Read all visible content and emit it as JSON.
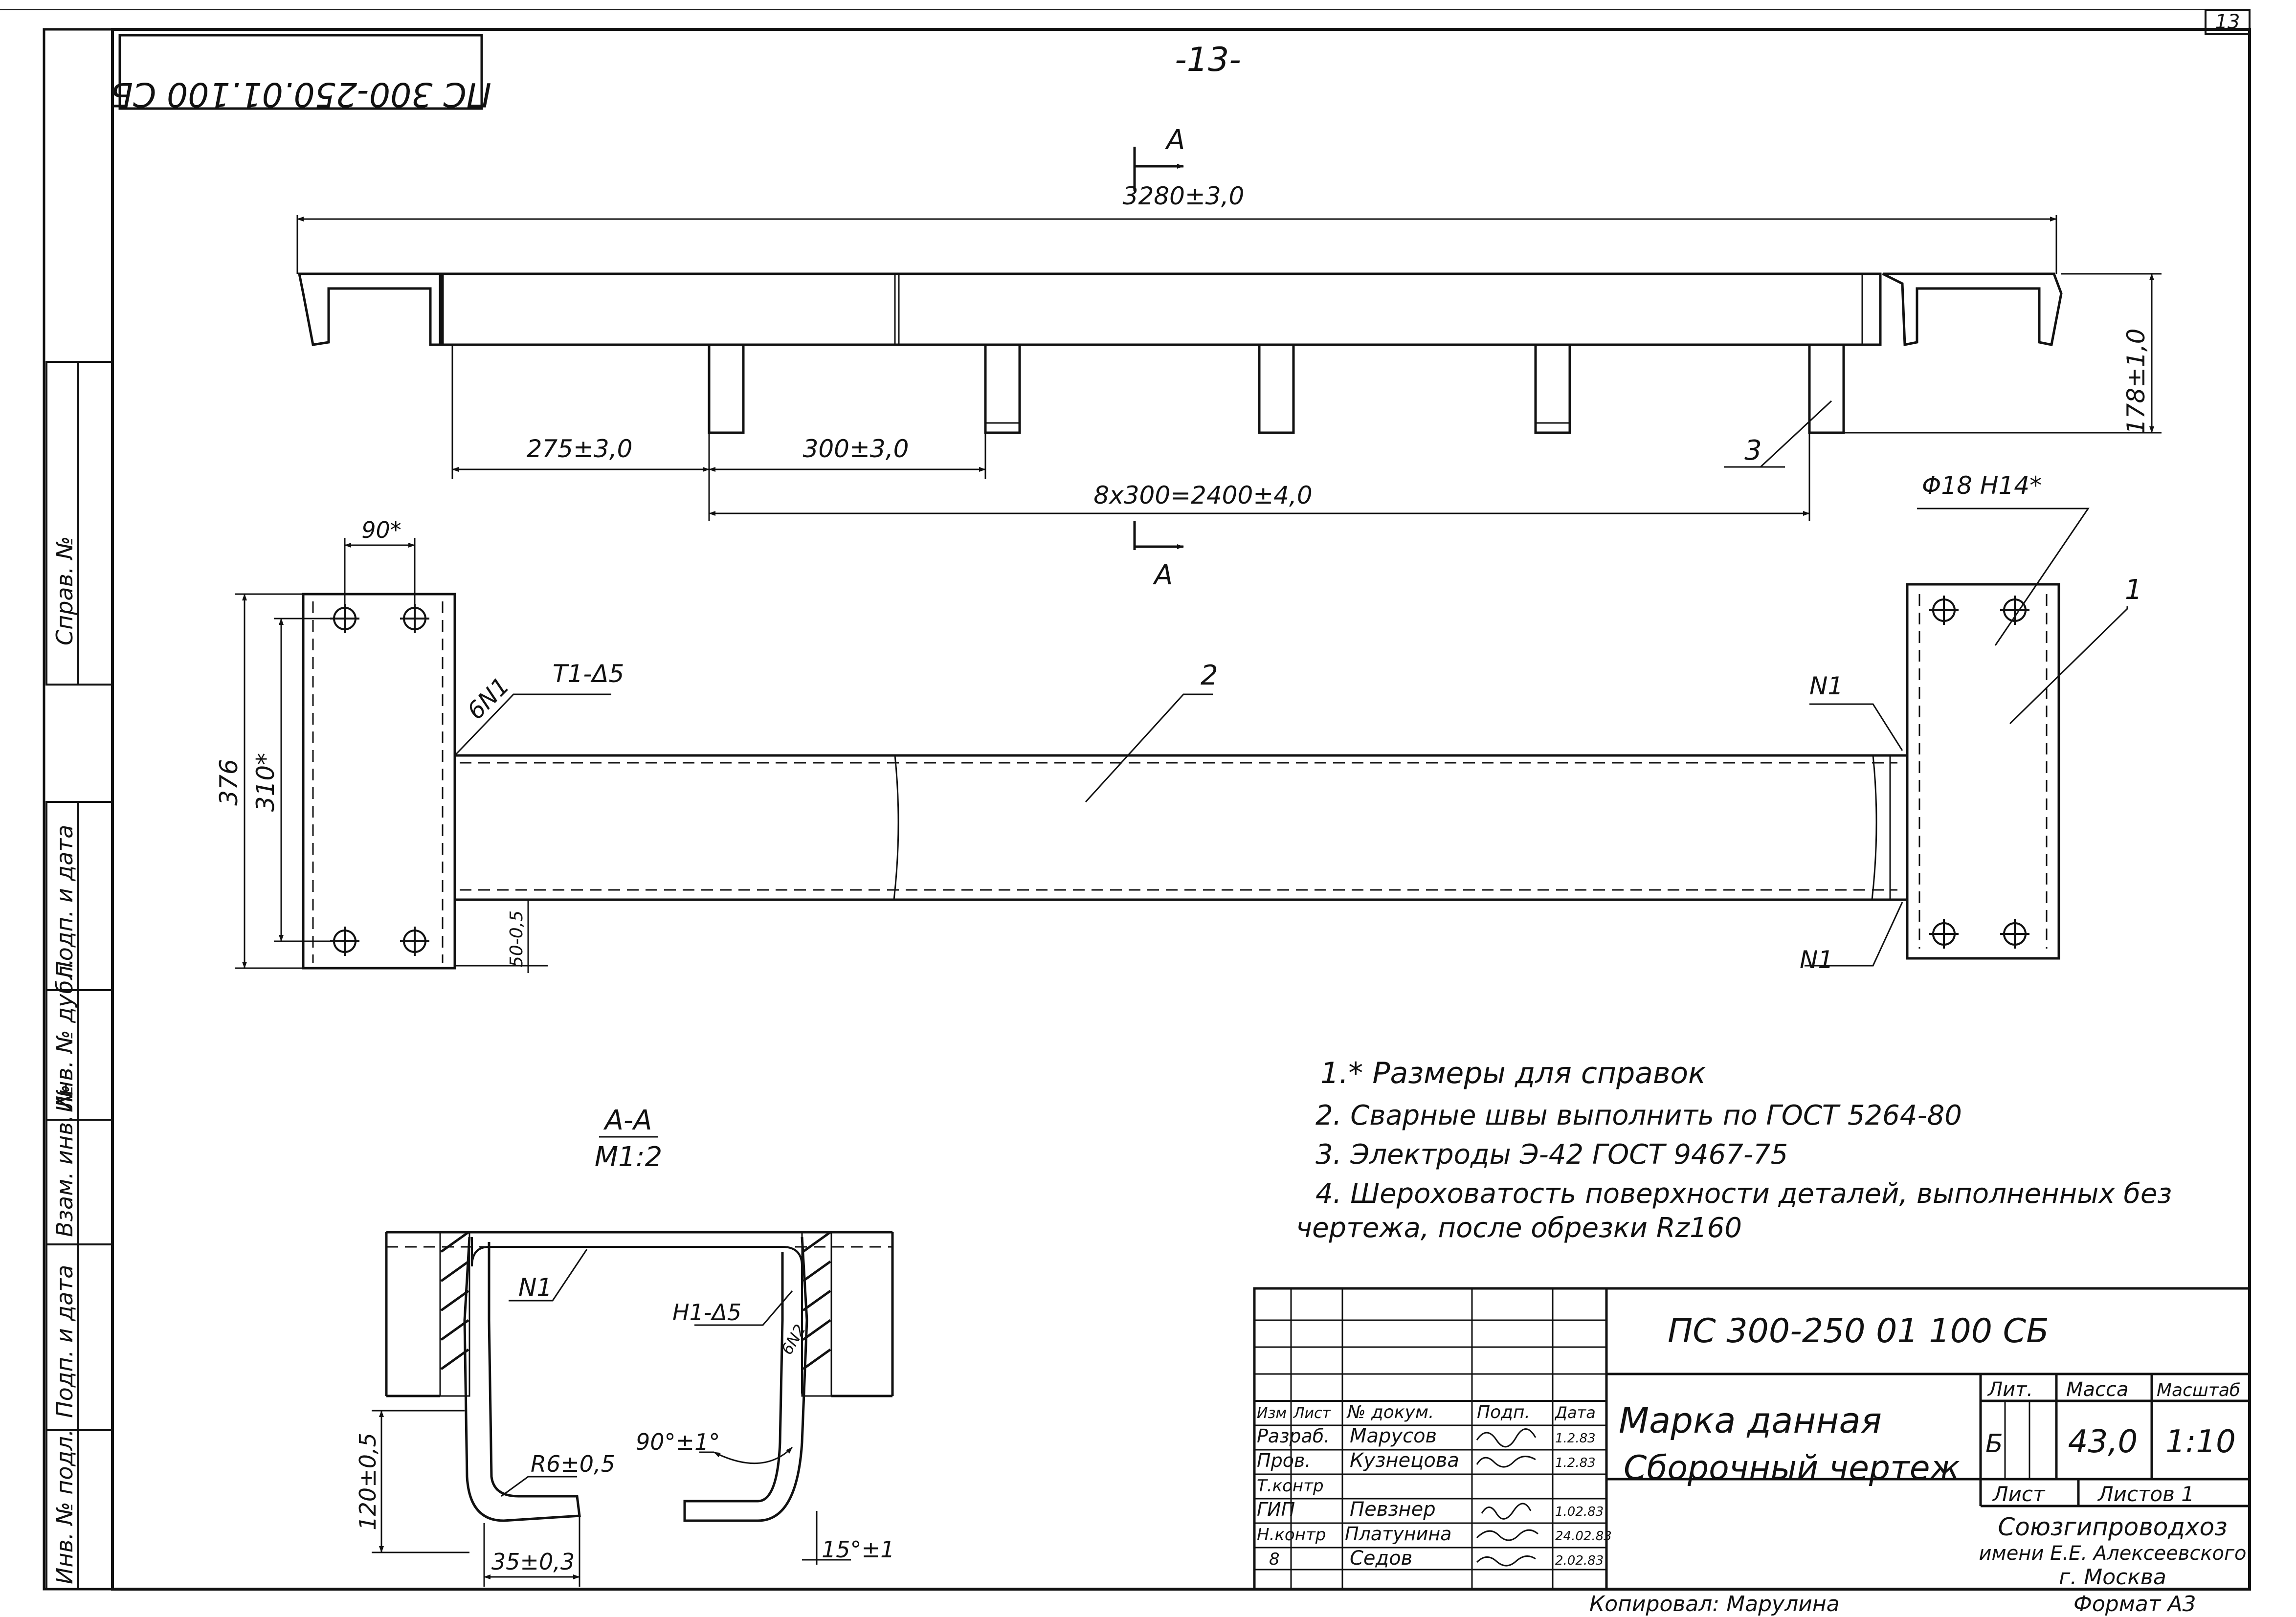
{
  "sheet": {
    "page_number": "13",
    "page_marker": "-13-",
    "mirrored_code": "ПС 300-250.01.100 СБ"
  },
  "dimensions": {
    "overall_length": "3280±3,0",
    "height": "178±1,0",
    "first_offset": "275±3,0",
    "pitch": "300±3,0",
    "total_pitch": "8x300=2400±4,0",
    "hole_diameter": "Φ18 H14*",
    "plate_height": "376",
    "hole_spacing_v": "310*",
    "hole_spacing_h": "90*",
    "edge_offset": "50-0,5"
  },
  "section_markers": {
    "letter": "A"
  },
  "callouts": {
    "item_1": "1",
    "item_2": "2",
    "item_3": "3",
    "weld_left": "6N1",
    "weld_symbol": "T1-Δ5",
    "weld_n1": "N1"
  },
  "section_view": {
    "title": "А-А",
    "scale": "М1:2",
    "weld_n1": "N1",
    "weld_h1": "H1-Δ5",
    "weld_small": "6N2",
    "radius": "R6±0,5",
    "width": "35±0,3",
    "height": "120±0,5",
    "angle": "90°±1°",
    "bevel": "15°±1"
  },
  "notes": [
    "1.* Размеры для справок",
    "2. Сварные швы выполнить по ГОСТ 5264-80",
    "3. Электроды Э-42 ГОСТ 9467-75",
    "4. Шероховатость поверхности деталей, выполненных без",
    "чертежа, после обрезки Rz160"
  ],
  "left_strip": {
    "sprav": "Справ. №",
    "podp_data_1": "Подп. и дата",
    "inv_dubl": "Инв. № дубл.",
    "vzam_inv": "Взам. инв. №",
    "podp_data_2": "Подп. и дата",
    "inv_podl": "Инв. № подл."
  },
  "title_block": {
    "doc_code": "ПС 300-250 01 100 СБ",
    "name_line1": "Марка данная",
    "name_line2": "Сборочный чертеж",
    "h_izm": "Изм",
    "h_list": "Лист",
    "h_dokum": "№ докум.",
    "h_podp": "Подп.",
    "h_data": "Дата",
    "roles": [
      {
        "role": "Разраб.",
        "name": "Марусов",
        "date": "1.2.83"
      },
      {
        "role": "Пров.",
        "name": "Кузнецова",
        "date": "1.2.83"
      },
      {
        "role": "Т.контр",
        "name": "",
        "date": ""
      },
      {
        "role": "ГИП",
        "name": "Певзнер",
        "date": "1.02.83"
      },
      {
        "role": "Н.контр",
        "name": "Платунина",
        "date": "24.02.83"
      },
      {
        "role": "8",
        "name": "Седов",
        "date": "2.02.83"
      }
    ],
    "lit_label": "Лит.",
    "lit_value": "Б",
    "mass_label": "Масса",
    "mass_value": "43,0",
    "scale_label": "Масштаб",
    "scale_value": "1:10",
    "sheet_label": "Лист",
    "sheets_label": "Листов 1",
    "org_line1": "Союзгипроводхоз",
    "org_line2": "имени Е.Е. Алексеевского",
    "org_line3": "г. Москва"
  },
  "footer": {
    "copied_by": "Копировал: Марулина",
    "format": "Формат А3"
  }
}
